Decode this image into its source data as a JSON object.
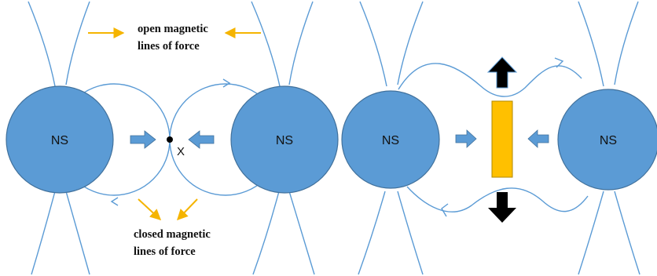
{
  "labels": {
    "star": "NS",
    "x_point": "X",
    "open_line_1": "open magnetic",
    "open_line_2": "lines of force",
    "closed_line_1": "closed magnetic",
    "closed_line_2": "lines of force"
  },
  "colors": {
    "star_fill": "#5b9bd5",
    "star_stroke": "#41719c",
    "field_line": "#5b9bd5",
    "push_arrow_fill": "#5b9bd5",
    "annotation_arrow": "#f5b400",
    "current_sheet_fill": "#ffc000",
    "current_sheet_stroke": "#b28800",
    "ejection_arrow": "#000000",
    "x_point": "#000000"
  },
  "icons": {
    "push": "right-arrow-icon / left-arrow-icon",
    "ejection": "up-arrow-icon / down-arrow-icon"
  }
}
